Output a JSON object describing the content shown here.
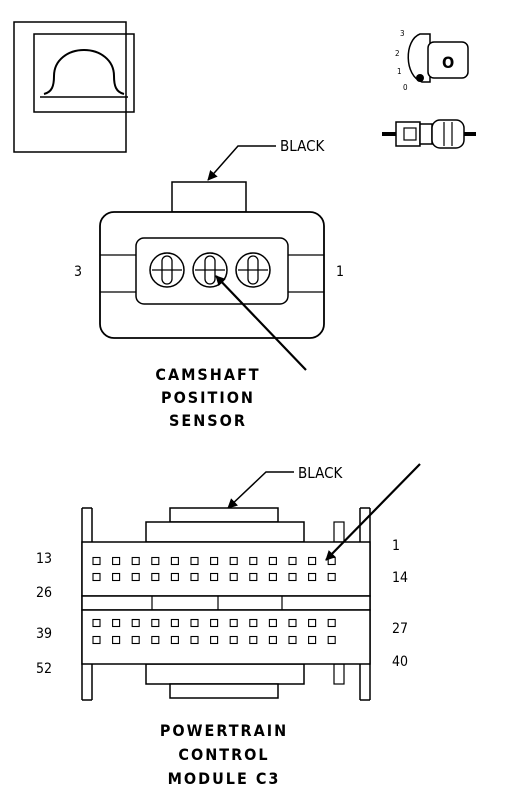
{
  "sensor": {
    "wire_color_label": "BLACK",
    "pin_left": "3",
    "pin_right": "1",
    "title_lines": [
      "CAMSHAFT",
      "POSITION",
      "SENSOR"
    ]
  },
  "pcm": {
    "wire_color_label": "BLACK",
    "pin_labels_left": [
      "13",
      "26",
      "39",
      "52"
    ],
    "pin_labels_right": [
      "1",
      "14",
      "27",
      "40"
    ],
    "title_lines": [
      "POWERTRAIN",
      "CONTROL",
      "MODULE C3"
    ]
  },
  "ignition_key": {
    "positions": [
      "3",
      "2",
      "1",
      "0"
    ],
    "key_letter": "O"
  },
  "omega_symbol": "Ω"
}
